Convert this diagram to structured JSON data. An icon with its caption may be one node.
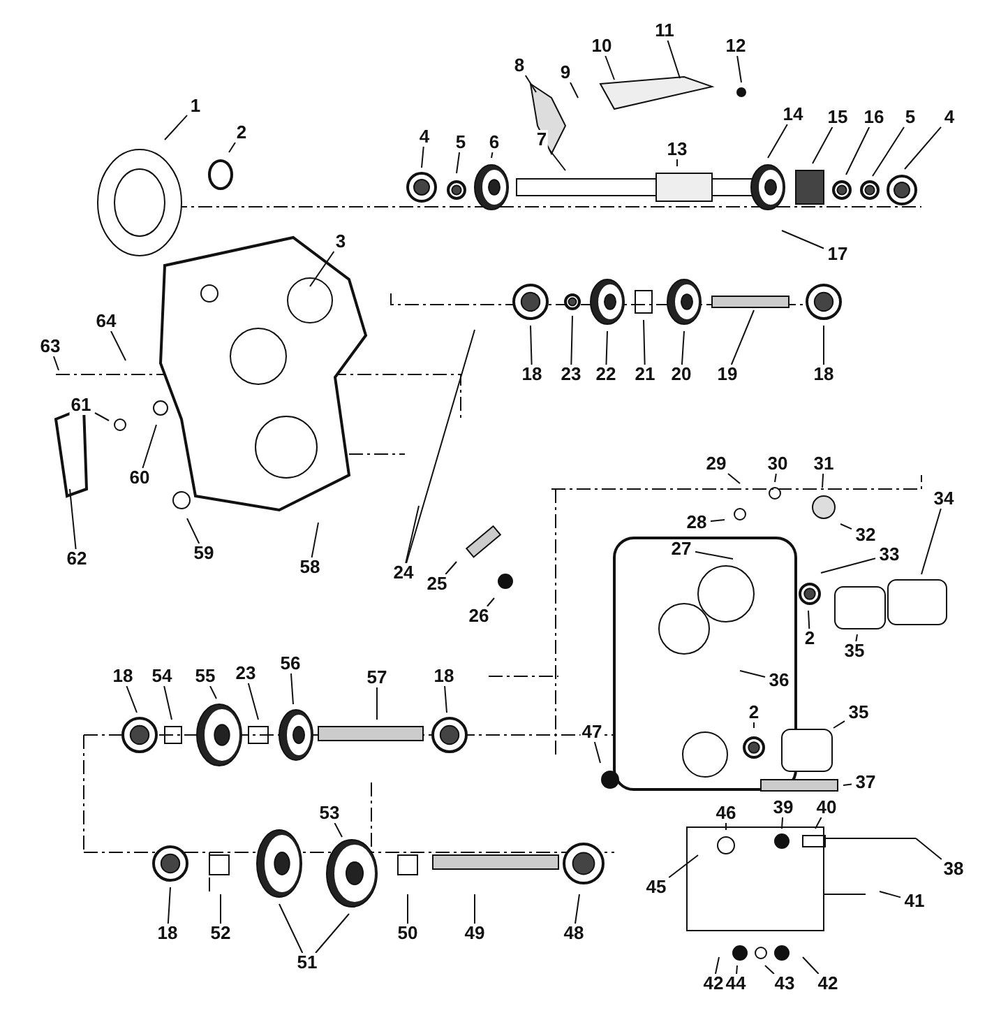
{
  "diagram": {
    "nodes": [
      {
        "text": [
          "1"
        ]
      },
      {
        "text": [
          "2"
        ]
      },
      {
        "text": [
          "3"
        ]
      },
      {
        "text": [
          "4"
        ]
      },
      {
        "text": [
          "5"
        ]
      },
      {
        "text": [
          "6"
        ]
      },
      {
        "text": [
          "7"
        ]
      },
      {
        "text": [
          "8"
        ]
      },
      {
        "text": [
          "9"
        ]
      },
      {
        "text": [
          "10"
        ]
      },
      {
        "text": [
          "11"
        ]
      },
      {
        "text": [
          "12"
        ]
      },
      {
        "text": [
          "13"
        ]
      },
      {
        "text": [
          "14"
        ]
      },
      {
        "text": [
          "15"
        ]
      },
      {
        "text": [
          "16"
        ]
      },
      {
        "text": [
          "5"
        ]
      },
      {
        "text": [
          "4"
        ]
      },
      {
        "text": [
          "17"
        ]
      },
      {
        "text": [
          "18"
        ]
      },
      {
        "text": [
          "23"
        ]
      },
      {
        "text": [
          "22"
        ]
      },
      {
        "text": [
          "21"
        ]
      },
      {
        "text": [
          "20"
        ]
      },
      {
        "text": [
          "19"
        ]
      },
      {
        "text": [
          "18"
        ]
      },
      {
        "text": [
          "64"
        ]
      },
      {
        "text": [
          "63"
        ]
      },
      {
        "text": [
          "61"
        ]
      },
      {
        "text": [
          "60"
        ]
      },
      {
        "text": [
          "62"
        ]
      },
      {
        "text": [
          "59"
        ]
      },
      {
        "text": [
          "58"
        ]
      },
      {
        "text": [
          "24"
        ]
      },
      {
        "text": [
          "29"
        ]
      },
      {
        "text": [
          "30"
        ]
      },
      {
        "text": [
          "31"
        ]
      },
      {
        "text": [
          "28"
        ]
      },
      {
        "text": [
          "27"
        ]
      },
      {
        "text": [
          "32"
        ]
      },
      {
        "text": [
          "33"
        ]
      },
      {
        "text": [
          "34"
        ]
      },
      {
        "text": [
          "25"
        ]
      },
      {
        "text": [
          "26"
        ]
      },
      {
        "text": [
          "2"
        ]
      },
      {
        "text": [
          "35"
        ]
      },
      {
        "text": [
          "36"
        ]
      },
      {
        "text": [
          "18"
        ]
      },
      {
        "text": [
          "54"
        ]
      },
      {
        "text": [
          "55"
        ]
      },
      {
        "text": [
          "23"
        ]
      },
      {
        "text": [
          "56"
        ]
      },
      {
        "text": [
          "57"
        ]
      },
      {
        "text": [
          "18"
        ]
      },
      {
        "text": [
          "47"
        ]
      },
      {
        "text": [
          "2"
        ]
      },
      {
        "text": [
          "35"
        ]
      },
      {
        "text": [
          "37"
        ]
      },
      {
        "text": [
          "46"
        ]
      },
      {
        "text": [
          "39"
        ]
      },
      {
        "text": [
          "40"
        ]
      },
      {
        "text": [
          "45"
        ]
      },
      {
        "text": [
          "38"
        ]
      },
      {
        "text": [
          "41"
        ]
      },
      {
        "text": [
          "53"
        ]
      },
      {
        "text": [
          "18"
        ]
      },
      {
        "text": [
          "52"
        ]
      },
      {
        "text": [
          "51"
        ]
      },
      {
        "text": [
          "50"
        ]
      },
      {
        "text": [
          "49"
        ]
      },
      {
        "text": [
          "48"
        ]
      },
      {
        "text": [
          "42"
        ]
      },
      {
        "text": [
          "44"
        ]
      },
      {
        "text": [
          "43"
        ]
      },
      {
        "text": [
          "42"
        ]
      }
    ],
    "edges": [
      {
        "from": 0,
        "to": null,
        "arrow": "none"
      },
      {
        "from": 1,
        "to": null,
        "arrow": "none"
      },
      {
        "from": 2,
        "to": null,
        "arrow": "none"
      },
      {
        "from": 3,
        "to": null,
        "arrow": "none"
      },
      {
        "from": 4,
        "to": null,
        "arrow": "none"
      },
      {
        "from": 5,
        "to": null,
        "arrow": "none"
      },
      {
        "from": 6,
        "to": null,
        "arrow": "none"
      },
      {
        "from": 7,
        "to": null,
        "arrow": "none"
      },
      {
        "from": 8,
        "to": null,
        "arrow": "none"
      },
      {
        "from": 9,
        "to": null,
        "arrow": "none"
      },
      {
        "from": 10,
        "to": null,
        "arrow": "none"
      },
      {
        "from": 11,
        "to": null,
        "arrow": "none"
      },
      {
        "from": 12,
        "to": null,
        "arrow": "none"
      },
      {
        "from": 13,
        "to": null,
        "arrow": "none"
      },
      {
        "from": 14,
        "to": null,
        "arrow": "none"
      },
      {
        "from": 15,
        "to": null,
        "arrow": "none"
      },
      {
        "from": 16,
        "to": null,
        "arrow": "none"
      },
      {
        "from": 17,
        "to": null,
        "arrow": "none"
      },
      {
        "from": 18,
        "to": null,
        "arrow": "none"
      },
      {
        "from": 19,
        "to": null,
        "arrow": "none"
      },
      {
        "from": 20,
        "to": null,
        "arrow": "none"
      },
      {
        "from": 21,
        "to": null,
        "arrow": "none"
      },
      {
        "from": 22,
        "to": null,
        "arrow": "none"
      },
      {
        "from": 23,
        "to": null,
        "arrow": "none"
      },
      {
        "from": 24,
        "to": null,
        "arrow": "none"
      },
      {
        "from": 25,
        "to": null,
        "arrow": "none"
      },
      {
        "from": 26,
        "to": null,
        "arrow": "none"
      },
      {
        "from": 27,
        "to": null,
        "arrow": "none"
      },
      {
        "from": 28,
        "to": null,
        "arrow": "none"
      },
      {
        "from": 29,
        "to": null,
        "arrow": "none"
      },
      {
        "from": 30,
        "to": null,
        "arrow": "none"
      },
      {
        "from": 31,
        "to": null,
        "arrow": "none"
      },
      {
        "from": 32,
        "to": null,
        "arrow": "none"
      },
      {
        "from": 33,
        "to": null,
        "arrow": "none"
      },
      {
        "from": 33,
        "to": null,
        "arrow": "none"
      },
      {
        "from": 34,
        "to": null,
        "arrow": "none"
      },
      {
        "from": 35,
        "to": null,
        "arrow": "none"
      },
      {
        "from": 36,
        "to": null,
        "arrow": "none"
      },
      {
        "from": 37,
        "to": null,
        "arrow": "none"
      },
      {
        "from": 38,
        "to": null,
        "arrow": "none"
      },
      {
        "from": 39,
        "to": null,
        "arrow": "none"
      },
      {
        "from": 40,
        "to": null,
        "arrow": "none"
      },
      {
        "from": 41,
        "to": null,
        "arrow": "none"
      },
      {
        "from": 42,
        "to": null,
        "arrow": "none"
      },
      {
        "from": 43,
        "to": null,
        "arrow": "none"
      },
      {
        "from": 44,
        "to": null,
        "arrow": "none"
      },
      {
        "from": 45,
        "to": null,
        "arrow": "none"
      },
      {
        "from": 46,
        "to": null,
        "arrow": "none"
      },
      {
        "from": 47,
        "to": null,
        "arrow": "none"
      },
      {
        "from": 48,
        "to": null,
        "arrow": "none"
      },
      {
        "from": 49,
        "to": null,
        "arrow": "none"
      },
      {
        "from": 50,
        "to": null,
        "arrow": "none"
      },
      {
        "from": 51,
        "to": null,
        "arrow": "none"
      },
      {
        "from": 52,
        "to": null,
        "arrow": "none"
      },
      {
        "from": 53,
        "to": null,
        "arrow": "none"
      },
      {
        "from": 54,
        "to": null,
        "arrow": "none"
      },
      {
        "from": 55,
        "to": null,
        "arrow": "none"
      },
      {
        "from": 56,
        "to": null,
        "arrow": "none"
      },
      {
        "from": 57,
        "to": null,
        "arrow": "none"
      },
      {
        "from": 58,
        "to": null,
        "arrow": "none"
      },
      {
        "from": 59,
        "to": null,
        "arrow": "none"
      },
      {
        "from": 60,
        "to": null,
        "arrow": "none"
      },
      {
        "from": 61,
        "to": null,
        "arrow": "none"
      },
      {
        "from": 62,
        "to": null,
        "arrow": "none"
      },
      {
        "from": 63,
        "to": null,
        "arrow": "none"
      },
      {
        "from": 64,
        "to": null,
        "arrow": "none"
      },
      {
        "from": 65,
        "to": null,
        "arrow": "none"
      },
      {
        "from": 66,
        "to": null,
        "arrow": "none"
      },
      {
        "from": 67,
        "to": null,
        "arrow": "none"
      },
      {
        "from": 67,
        "to": null,
        "arrow": "none"
      },
      {
        "from": 68,
        "to": null,
        "arrow": "none"
      },
      {
        "from": 69,
        "to": null,
        "arrow": "none"
      },
      {
        "from": 70,
        "to": null,
        "arrow": "none"
      },
      {
        "from": 71,
        "to": null,
        "arrow": "none"
      },
      {
        "from": 72,
        "to": null,
        "arrow": "none"
      },
      {
        "from": 73,
        "to": null,
        "arrow": "none"
      },
      {
        "from": 74,
        "to": null,
        "arrow": "none"
      }
    ]
  }
}
